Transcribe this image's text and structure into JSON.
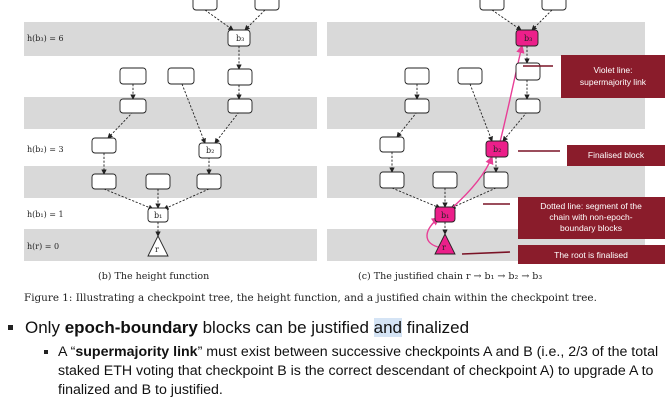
{
  "figure": {
    "left_panel": {
      "labels": {
        "hb3": "h(b₃) = 6",
        "hb2": "h(b₂) = 3",
        "hb1": "h(b₁) = 1",
        "hr": "h(r) = 0"
      },
      "block_labels": {
        "b3": "b₃",
        "b2": "b₂",
        "b1": "b₁",
        "r": "r"
      },
      "subcaption": "(b) The height function"
    },
    "right_panel": {
      "block_labels": {
        "b3": "b₃",
        "b2": "b₂",
        "b1": "b₁",
        "r": "r"
      },
      "subcaption": "(c) The justified chain r → b₁ → b₂ → b₃",
      "annotations": {
        "violet_line": [
          "Violet line:",
          "supermajority link"
        ],
        "finalised_block": [
          "Finalised block"
        ],
        "dotted_line": [
          "Dotted line: segment of the",
          "chain with non-epoch-",
          "boundary blocks"
        ],
        "root_finalised": [
          "The root is finalised"
        ]
      }
    },
    "caption": "Figure 1: Illustrating a checkpoint tree, the height function, and a justified chain within the checkpoint tree.",
    "colors": {
      "band": "#d9d9d9",
      "highlight": "#ec1f8a",
      "annotation": "#8a1c2b",
      "link": "#e83e96"
    }
  },
  "bullets": {
    "b1_pre": "Only ",
    "b1_bold": "epoch-boundary",
    "b1_mid": " blocks can be justified ",
    "b1_hl": "and",
    "b1_post": " finalized",
    "b2_pre": "A “",
    "b2_bold": "supermajority link",
    "b2_post": "” must exist between successive checkpoints A and B (i.e., 2/3 of the total staked ETH voting that checkpoint B is the correct descendant of checkpoint A) to upgrade A to finalized and B to justified."
  }
}
